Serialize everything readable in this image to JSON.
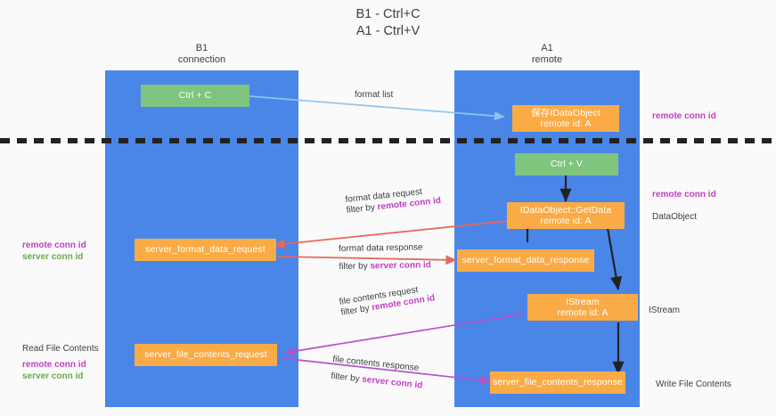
{
  "title": {
    "line1": "B1 - Ctrl+C",
    "line2": "A1 - Ctrl+V"
  },
  "lanes": [
    {
      "id": "b1",
      "name": "B1",
      "role": "connection"
    },
    {
      "id": "a1",
      "name": "A1",
      "role": "remote"
    }
  ],
  "nodes": [
    {
      "id": "ctrl-c",
      "label": "Ctrl + C",
      "kind": "green"
    },
    {
      "id": "save-dataobject",
      "label": "保存IDataObject\nremote id: A",
      "kind": "orange"
    },
    {
      "id": "ctrl-v",
      "label": "Ctrl + V",
      "kind": "green"
    },
    {
      "id": "getdata",
      "label": "IDataObject::GetData\nremote id: A",
      "kind": "orange"
    },
    {
      "id": "fmt-data-request",
      "label": "server_format_data_request",
      "kind": "orange"
    },
    {
      "id": "fmt-data-response",
      "label": "server_format_data_response",
      "kind": "orange"
    },
    {
      "id": "istream",
      "label": "IStream\nremote id: A",
      "kind": "orange"
    },
    {
      "id": "file-req",
      "label": "server_file_contents_request",
      "kind": "orange"
    },
    {
      "id": "file-resp",
      "label": "server_file_contents_response",
      "kind": "orange"
    }
  ],
  "edges": [
    {
      "id": "format-list",
      "line1": "format list",
      "line2": "",
      "filter_prefix": "",
      "filter_key": "",
      "color": "#8fc3ea"
    },
    {
      "id": "format-data-request",
      "line1": "format data request",
      "filter_prefix": "filter by ",
      "filter_key": "remote conn id",
      "color": "#e8675a"
    },
    {
      "id": "format-data-response",
      "line1": "format data response",
      "filter_prefix": "filter by ",
      "filter_key": "server conn id",
      "color": "#e8675a"
    },
    {
      "id": "file-contents-request",
      "line1": "file contents request",
      "filter_prefix": "filter by ",
      "filter_key": "remote conn id",
      "color": "#b452c8"
    },
    {
      "id": "file-contents-response",
      "line1": "file contents response",
      "filter_prefix": "filter by ",
      "filter_key": "server conn id",
      "color": "#b452c8"
    }
  ],
  "annotations": {
    "left": [
      {
        "id": "left-conn-remote",
        "text": "remote conn id",
        "style": "remote"
      },
      {
        "id": "left-conn-server",
        "text": "server conn id",
        "style": "server"
      },
      {
        "id": "read-file-contents",
        "text": "Read File Contents",
        "style": "plain"
      },
      {
        "id": "left-conn-remote-2",
        "text": "remote conn id",
        "style": "remote"
      },
      {
        "id": "left-conn-server-2",
        "text": "server conn id",
        "style": "server"
      }
    ],
    "right": [
      {
        "id": "right-remote-1",
        "text": "remote conn id",
        "style": "remote"
      },
      {
        "id": "right-remote-2",
        "text": "remote conn id",
        "style": "remote"
      },
      {
        "id": "right-dataobject",
        "text": "DataObject",
        "style": "plain"
      },
      {
        "id": "right-istream",
        "text": "IStream",
        "style": "plain"
      },
      {
        "id": "right-write-file",
        "text": "Write File Contents",
        "style": "plain"
      }
    ]
  },
  "colors": {
    "lane": "#4a86e8",
    "orange": "#fbab45",
    "green": "#7fc47f",
    "divider": "#222222",
    "arrow_blue": "#8fc3ea",
    "arrow_red": "#e8675a",
    "arrow_purple": "#b452c8",
    "arrow_black": "#222222",
    "highlight_remote": "#c23fc2",
    "highlight_server": "#6aa84f",
    "text": "#3c4043",
    "background": "#fafafa"
  }
}
